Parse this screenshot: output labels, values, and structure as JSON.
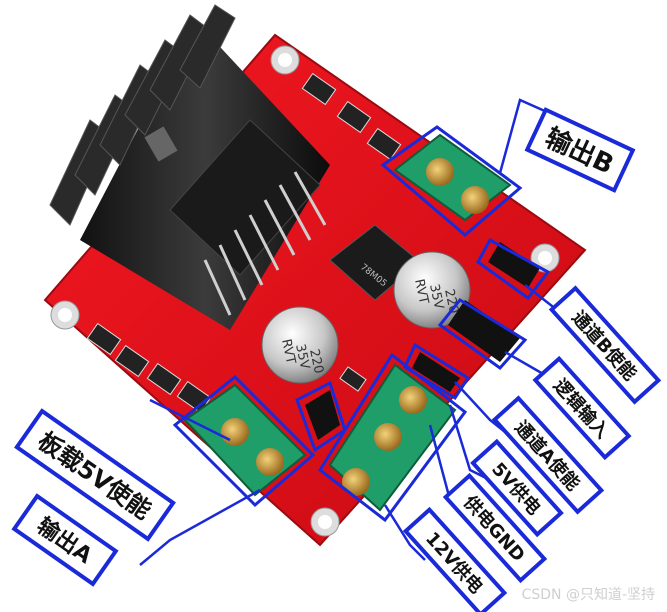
{
  "labels": {
    "output_b": "输出B",
    "channel_b_enable": "通道B使能",
    "logic_input": "逻辑输入",
    "channel_a_enable": "通道A使能",
    "supply_5v": "5V供电",
    "supply_gnd": "供电GND",
    "supply_12v": "12V供电",
    "onboard_5v_enable": "板载5V使能",
    "output_a": "输出A"
  },
  "components": {
    "capacitor_1": {
      "line1": "220",
      "line2": "35V",
      "line3": "RVT"
    },
    "capacitor_2": {
      "line1": "220",
      "line2": "35V",
      "line3": "RVT"
    },
    "regulator_text": "78M05"
  },
  "watermark": "CSDN @只知道-坚持",
  "colors": {
    "pcb": "#e0101a",
    "terminal": "#1f9e6a",
    "callout": "#1a2ad8"
  }
}
